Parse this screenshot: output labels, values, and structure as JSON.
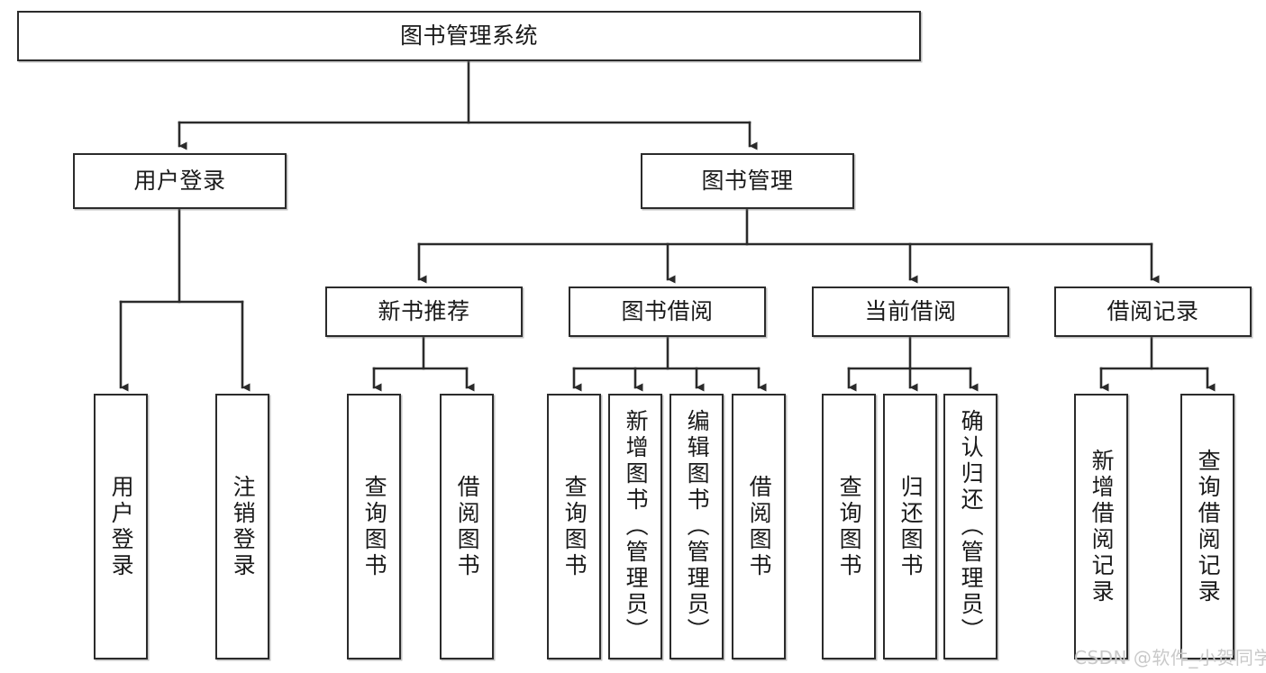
{
  "diagram": {
    "type": "tree-hierarchy-chart",
    "title": "图书管理系统",
    "background_color": "#ffffff",
    "box_border_color": "#2b2b2b",
    "text_color": "#1a1a1a",
    "edge_color": "#2b2b2b"
  },
  "nodes": {
    "root": {
      "label": "图书管理系统"
    },
    "level2": [
      {
        "id": "user-login",
        "label": "用户登录"
      },
      {
        "id": "book-management",
        "label": "图书管理"
      }
    ],
    "level3": [
      {
        "id": "new-book-recommend",
        "label": "新书推荐"
      },
      {
        "id": "book-borrow",
        "label": "图书借阅"
      },
      {
        "id": "current-borrow",
        "label": "当前借阅"
      },
      {
        "id": "borrow-record",
        "label": "借阅记录"
      }
    ],
    "leaves": [
      {
        "id": "leaf-user-login",
        "label": "用户登录",
        "parent": "user-login"
      },
      {
        "id": "leaf-logout",
        "label": "注销登录",
        "parent": "user-login"
      },
      {
        "id": "leaf-query-book-1",
        "label": "查询图书",
        "parent": "new-book-recommend"
      },
      {
        "id": "leaf-borrow-book-1",
        "label": "借阅图书",
        "parent": "new-book-recommend"
      },
      {
        "id": "leaf-query-book-2",
        "label": "查询图书",
        "parent": "book-borrow"
      },
      {
        "id": "leaf-add-book",
        "label": "新增图书（管理员）",
        "parent": "book-borrow"
      },
      {
        "id": "leaf-edit-book",
        "label": "编辑图书（管理员）",
        "parent": "book-borrow"
      },
      {
        "id": "leaf-borrow-book-2",
        "label": "借阅图书",
        "parent": "book-borrow"
      },
      {
        "id": "leaf-query-book-3",
        "label": "查询图书",
        "parent": "current-borrow"
      },
      {
        "id": "leaf-return-book",
        "label": "归还图书",
        "parent": "current-borrow"
      },
      {
        "id": "leaf-confirm-return",
        "label": "确认归还（管理员）",
        "parent": "current-borrow"
      },
      {
        "id": "leaf-add-record",
        "label": "新增借阅记录",
        "parent": "borrow-record"
      },
      {
        "id": "leaf-query-record",
        "label": "查询借阅记录",
        "parent": "borrow-record"
      }
    ]
  },
  "watermark": {
    "text": "CSDN @软件_小贺同学",
    "color": "#c9c9c9"
  }
}
